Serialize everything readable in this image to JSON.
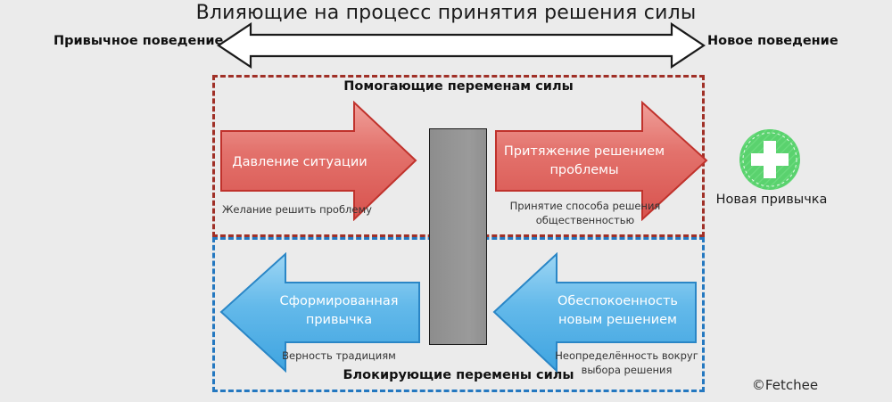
{
  "header": {
    "title": "Влияющие на процесс принятия решения силы",
    "left_label": "Привычное поведение",
    "right_label": "Новое поведение",
    "arrow_icon": "double-headed-horizontal-arrow"
  },
  "sections": {
    "helping": {
      "heading": "Помогающие переменам силы",
      "border_color": "#a03027"
    },
    "blocking": {
      "heading": "Блокирующие перемены силы",
      "border_color": "#2478c0"
    }
  },
  "pillar": {
    "name": "resistance-pillar",
    "color": "#949494"
  },
  "forces": [
    {
      "id": "situation-pressure",
      "label": "Давление ситуации",
      "caption": "Желание решить проблему",
      "direction": "right",
      "color": "#e3726c",
      "group": "helping"
    },
    {
      "id": "solution-attraction",
      "label": "Притяжение решением проблемы",
      "caption": "Принятие способа решения общественностью",
      "direction": "right",
      "color": "#e3726c",
      "group": "helping"
    },
    {
      "id": "formed-habit",
      "label": "Сформированная привычка",
      "caption": "Верность традициям",
      "direction": "left",
      "color": "#63b9ea",
      "group": "blocking"
    },
    {
      "id": "new-solution-anxiety",
      "label": "Обеспокоенность новым решением",
      "caption": "Неопределённость вокруг выбора решения",
      "direction": "left",
      "color": "#63b9ea",
      "group": "blocking"
    }
  ],
  "outcome": {
    "label": "Новая привычка",
    "icon": "plus-circle-icon",
    "color": "#5ad26e"
  },
  "watermark": "©Fetchee"
}
